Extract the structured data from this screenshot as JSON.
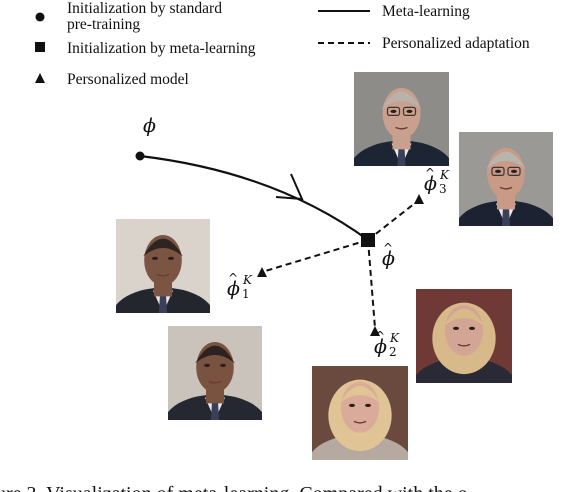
{
  "legend": {
    "standard_init": [
      "Initialization by standard",
      "pre-training"
    ],
    "meta_init": "Initialization by meta-learning",
    "personalized_model": "Personalized model",
    "meta_learning": "Meta-learning",
    "personalized_adaptation": "Personalized adaptation"
  },
  "labels": {
    "phi": "ϕ",
    "phi_hat": "ϕ",
    "phi_hat_k": "K",
    "sub_1": "1",
    "sub_2": "2",
    "sub_3": "3"
  },
  "caption": "ure 3. Visualization of meta-learning. Compared with the o",
  "faces": [
    {
      "person": "older man, grey hair, glasses, dark suit",
      "skin": "#c9a08e",
      "hair": "#b8b2ab",
      "bg": "#8e8c88",
      "suit": "#1d2433"
    },
    {
      "person": "older man, grey hair, glasses, dark suit",
      "skin": "#c99a86",
      "hair": "#b9b4ae",
      "bg": "#9b9995",
      "suit": "#1c2231"
    },
    {
      "person": "man, short dark hair, dark suit",
      "skin": "#7b5443",
      "hair": "#2e2522",
      "bg": "#d9d3cb",
      "suit": "#23262d"
    },
    {
      "person": "man, short dark hair, dark suit",
      "skin": "#7a5240",
      "hair": "#2c2321",
      "bg": "#c9c3bb",
      "suit": "#252830"
    },
    {
      "person": "woman, blonde hair",
      "skin": "#d3a594",
      "hair": "#d8b98a",
      "bg": "#6f3a36",
      "suit": "#2a2a36"
    },
    {
      "person": "woman, blonde hair",
      "skin": "#d9ab98",
      "hair": "#e0c495",
      "bg": "#6a4a3e",
      "suit": "#b5a9a0"
    }
  ]
}
